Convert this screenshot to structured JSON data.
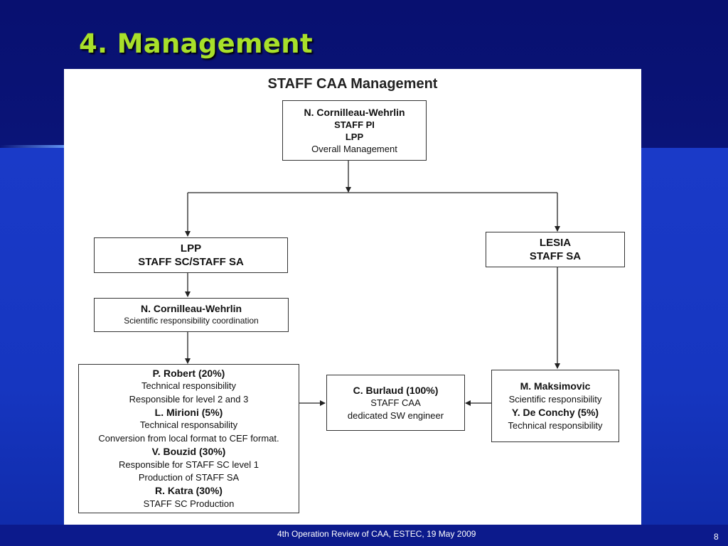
{
  "slide": {
    "title": "4. Management",
    "footer": "4th Operation Review of CAA, ESTEC, 19 May 2009",
    "page_number": "8"
  },
  "diagram": {
    "title": "STAFF CAA Management",
    "top": {
      "name": "N. Cornilleau-Wehrlin",
      "lines": [
        "STAFF PI",
        "LPP",
        "Overall Management"
      ]
    },
    "lpp": {
      "lines": [
        "LPP",
        "STAFF SC/STAFF SA"
      ]
    },
    "lesia": {
      "lines": [
        "LESIA",
        "STAFF SA"
      ]
    },
    "coord": {
      "name": "N. Cornilleau-Wehrlin",
      "role": "Scientific responsibility coordination"
    },
    "team": [
      {
        "name": "P. Robert (20%)",
        "lines": [
          "Technical responsibility",
          "Responsible for level 2 and 3"
        ]
      },
      {
        "name": "L. Mirioni (5%)",
        "lines": [
          "Technical responsability",
          "Conversion from local format to CEF format."
        ]
      },
      {
        "name": "V. Bouzid (30%)",
        "lines": [
          "Responsible for STAFF SC level 1",
          "Production of STAFF SA"
        ]
      },
      {
        "name": "R. Katra (30%)",
        "lines": [
          "STAFF SC Production"
        ]
      }
    ],
    "center": {
      "name": "C. Burlaud (100%)",
      "lines": [
        "STAFF CAA",
        "dedicated SW engineer"
      ]
    },
    "lesia_team": [
      {
        "name": "M. Maksimovic",
        "line": "Scientific responsibility"
      },
      {
        "name": "Y. De Conchy (5%)",
        "line": "Technical responsibility"
      }
    ]
  },
  "colors": {
    "title": "#a8e02a",
    "background": "#1636c0"
  }
}
